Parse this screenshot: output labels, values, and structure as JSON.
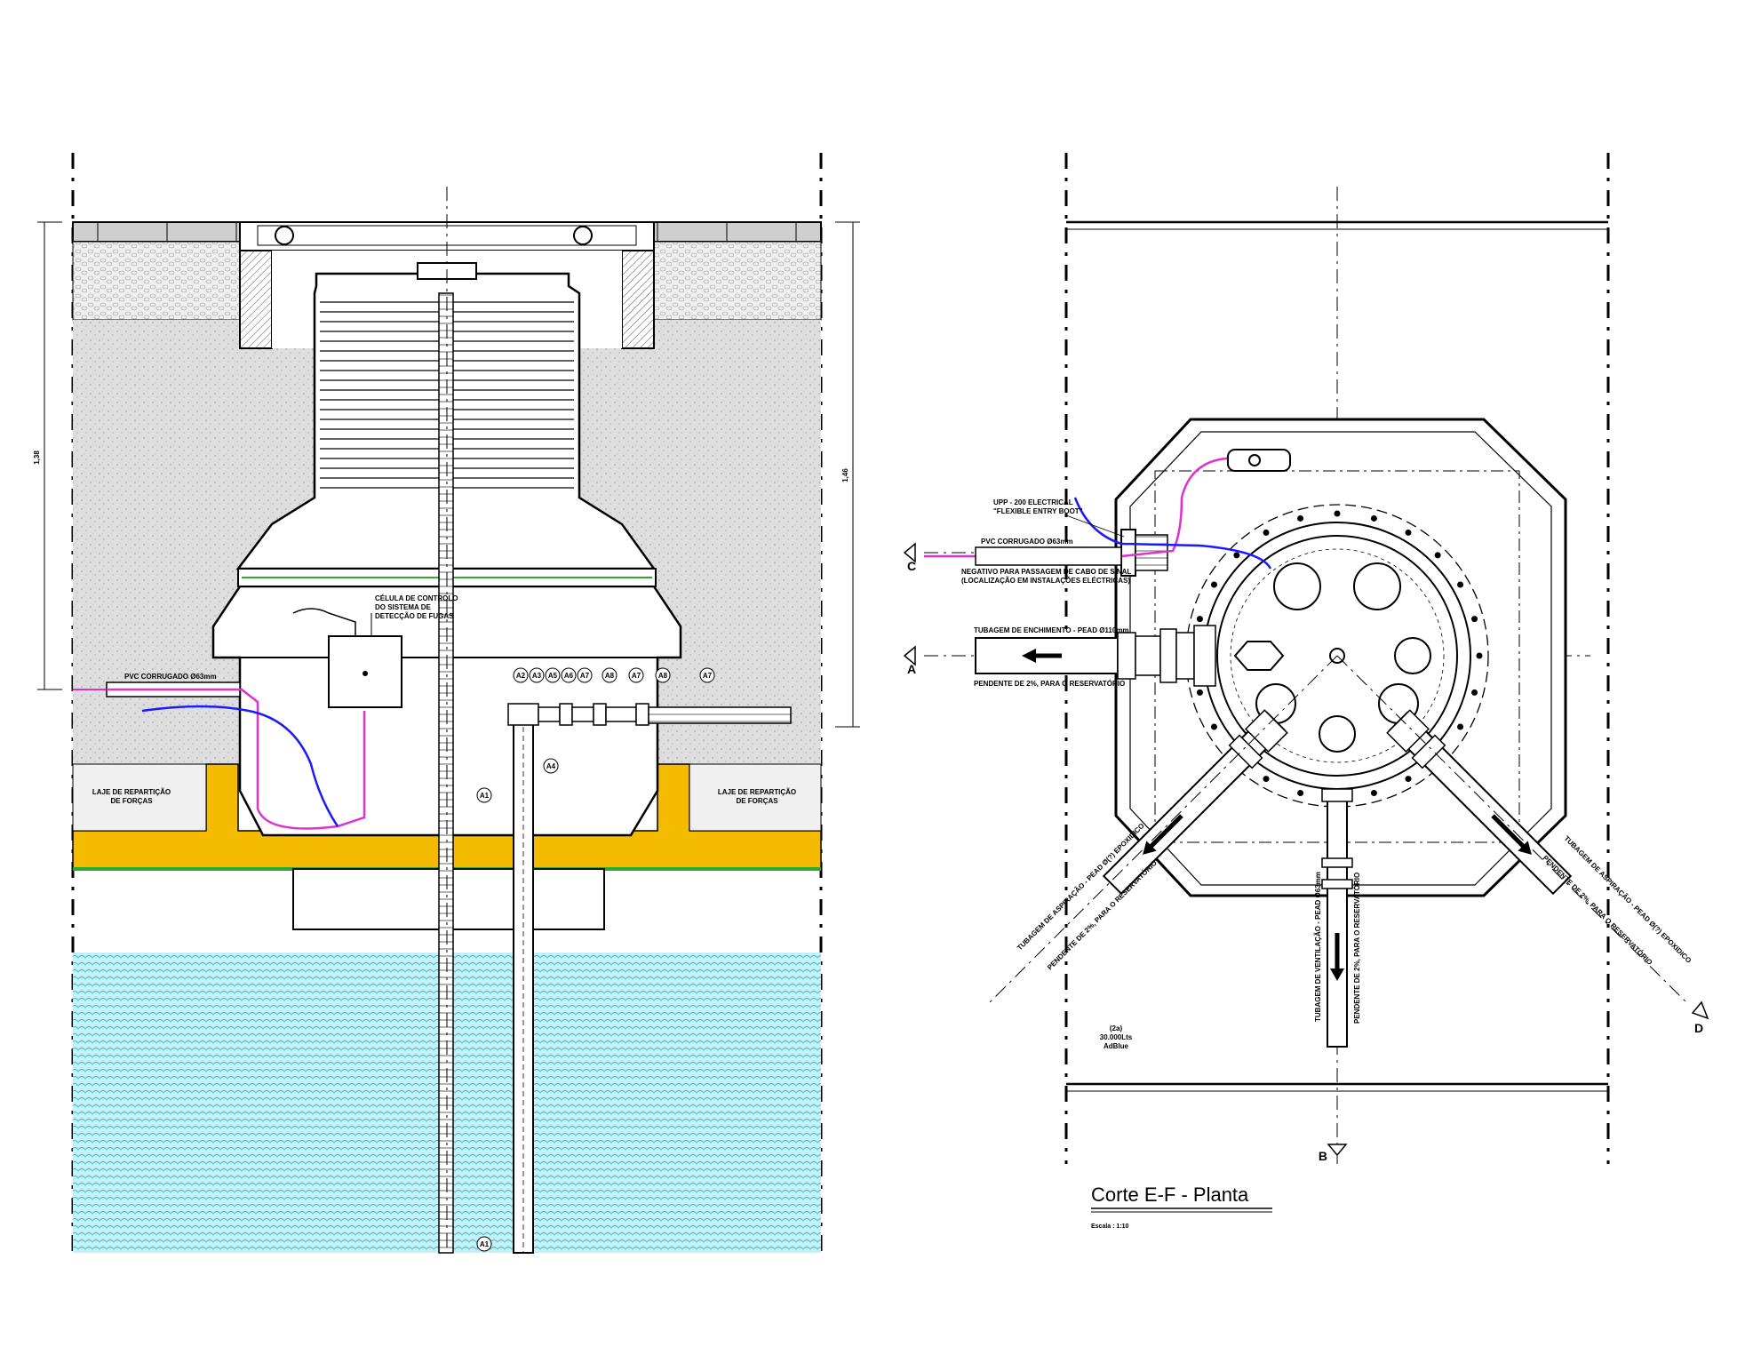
{
  "title": {
    "main": "Corte E-F - Planta",
    "scale": "Escala : 1:10"
  },
  "section_view": {
    "dimension_left": "1,38",
    "dimension_right": "1,46",
    "pvc_label": "PVC CORRUGADO Ø63mm",
    "control_cell_label": [
      "CÉLULA DE CONTROLO",
      "DO SISTEMA DE",
      "DETECÇÃO DE FUGAS"
    ],
    "slab_left": [
      "LAJE DE REPARTIÇÃO",
      "DE FORÇAS"
    ],
    "slab_right": [
      "LAJE DE REPARTIÇÃO",
      "DE FORÇAS"
    ],
    "tags_top": [
      "A2",
      "A3",
      "A5",
      "A6",
      "A7",
      "A8",
      "A7",
      "A8",
      "A7"
    ],
    "tag_a4": "A4",
    "tag_a1_mid": "A1",
    "tag_a1_bottom": "A1"
  },
  "plan_view": {
    "upp_label": [
      "UPP - 200 ELECTRICAL",
      "\"FLEXIBLE ENTRY BOOT\""
    ],
    "pvc_label": "PVC CORRUGADO Ø63mm",
    "negativo_label": [
      "NEGATIVO PARA PASSAGEM DE CABO DE SINAL",
      "(LOCALIZAÇÃO EM INSTALAÇÕES ELÉCTRICAS)"
    ],
    "fill_pipe_label": "TUBAGEM DE ENCHIMENTO - PEAD Ø110mm",
    "slope_label": "PENDENTE DE 2%, PARA O RESERVATÓRIO",
    "tank_tag": "(2a)",
    "tank_capacity": "30.000Lts",
    "tank_product": "AdBlue",
    "section_c": "C",
    "section_a": "A",
    "section_b": "B",
    "section_d": "D",
    "pipe_left_label": [
      "TUBAGEM DE ASPIRAÇÃO - PEAD Ø(?) EPOXIDICO",
      "PENDENTE DE 2%, PARA O RESERVATÓRIO"
    ],
    "pipe_center_label": [
      "TUBAGEM DE VENTILAÇÃO - PEAD Ø63mm",
      "PENDENTE DE 2%, PARA O RESERVATÓRIO"
    ],
    "pipe_right_label": [
      "TUBAGEM DE ASPIRAÇÃO - PEAD Ø(?) EPOXIDICO",
      "PENDENTE DE 2%, PARA O RESERVATÓRIO"
    ]
  },
  "colors": {
    "concrete_slab": "#f5bb00",
    "water": "#bfeff5",
    "water_wave": "#4fc6da",
    "gravel": "#d3d3d3",
    "fill_soil": "#e0e0e0",
    "cable_magenta": "#e030d0",
    "cable_blue": "#1a1aff",
    "membrane_green": "#2ea82e"
  }
}
